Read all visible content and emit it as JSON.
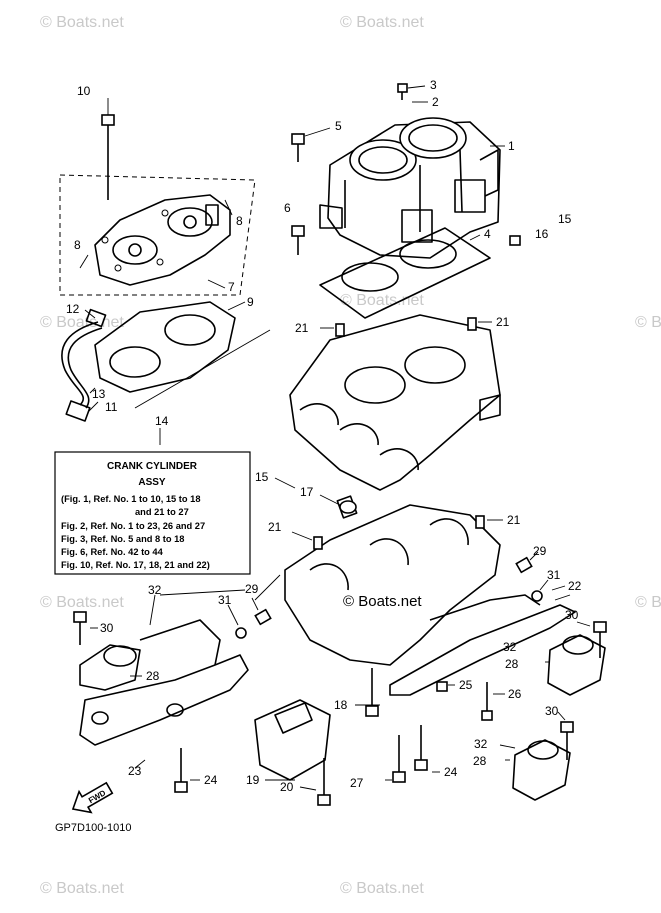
{
  "watermark": "© Boats.net",
  "diagram_code": "GP7D100-1010",
  "legend_box": {
    "title": "CRANK  CYLINDER",
    "subtitle": "ASSY",
    "lines": [
      "(Fig. 1, Ref. No. 1 to 10, 15 to 18",
      "and 21 to 27",
      "Fig. 2, Ref. No. 1 to 23, 26 and 27",
      "Fig. 3, Ref. No. 5 and 8 to 18",
      "Fig. 6, Ref. No. 42 to 44",
      "Fig. 10, Ref. No. 17, 18, 21 and 22)"
    ]
  },
  "fwd_label": "FWD",
  "callouts": [
    "1",
    "2",
    "3",
    "4",
    "5",
    "6",
    "7",
    "8",
    "8",
    "9",
    "10",
    "11",
    "12",
    "13",
    "14",
    "15",
    "15",
    "16",
    "17",
    "18",
    "19",
    "20",
    "21",
    "21",
    "21",
    "21",
    "22",
    "23",
    "24",
    "24",
    "25",
    "26",
    "27",
    "28",
    "28",
    "29",
    "29",
    "30",
    "30",
    "30",
    "31",
    "31",
    "32",
    "32",
    "32"
  ]
}
